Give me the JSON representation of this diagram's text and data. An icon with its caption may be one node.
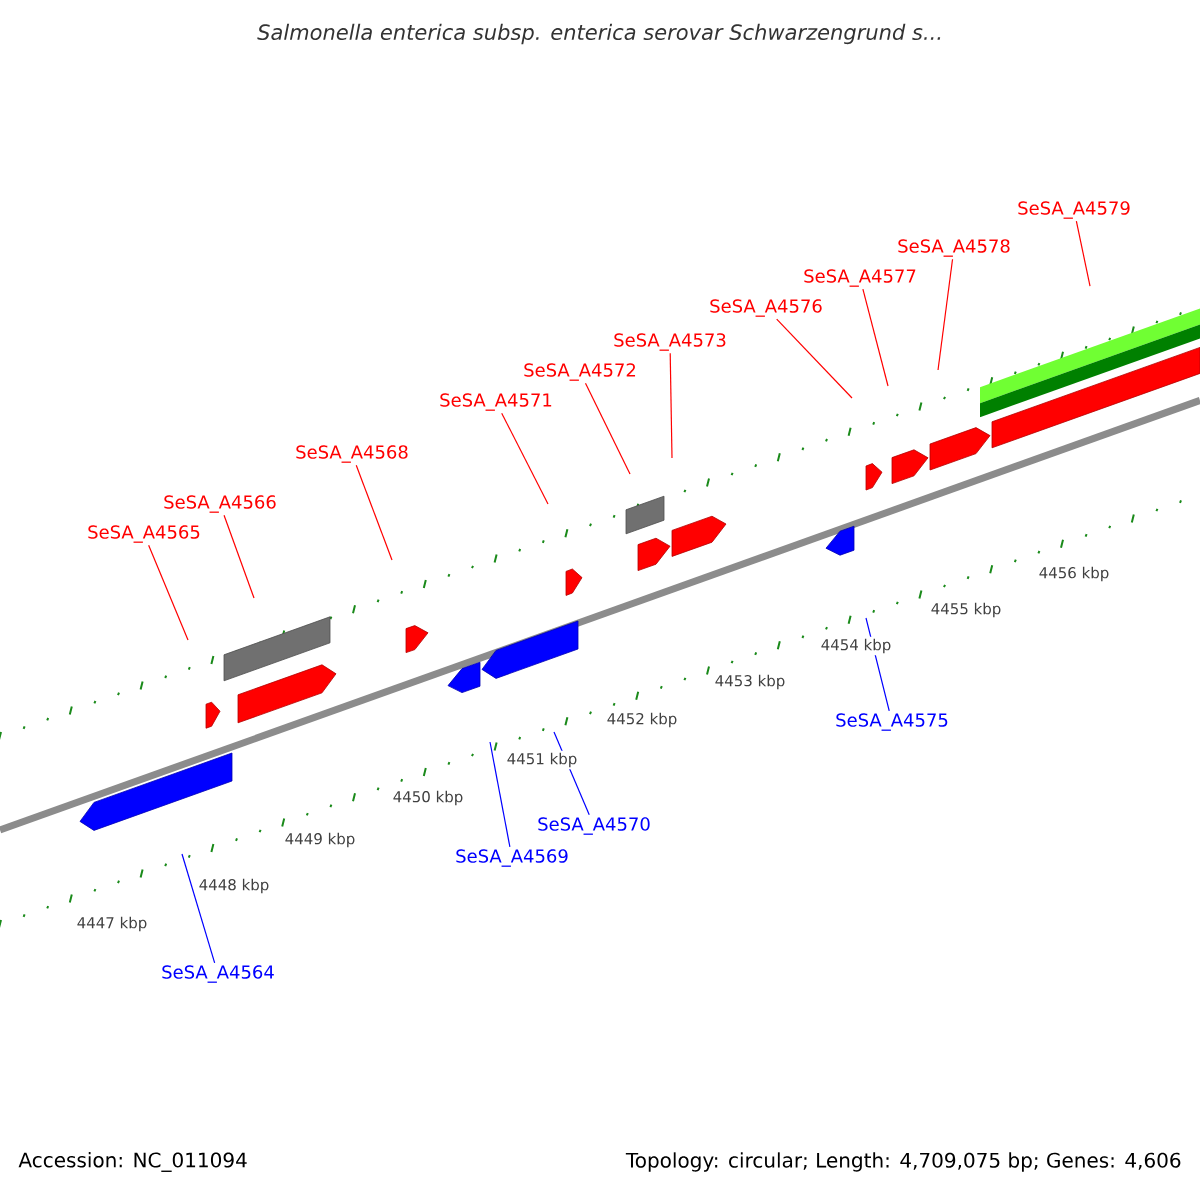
{
  "diagram": {
    "title": "Salmonella enterica subsp. enterica serovar Schwarzengrund s...",
    "nodes": [
      {
        "text": [
          "SeSA_A4579"
        ]
      },
      {
        "text": [
          "SeSA_A4578"
        ]
      },
      {
        "text": [
          "SeSA_A4577"
        ]
      },
      {
        "text": [
          "SeSA_A4576"
        ]
      },
      {
        "text": [
          "SeSA_A4573"
        ]
      },
      {
        "text": [
          "SeSA_A4572"
        ]
      },
      {
        "text": [
          "SeSA_A4571"
        ]
      },
      {
        "text": [
          "SeSA_A4568"
        ]
      },
      {
        "text": [
          "SeSA_A4566"
        ]
      },
      {
        "text": [
          "SeSA_A4565"
        ]
      },
      {
        "text": [
          "SeSA_A4575"
        ]
      },
      {
        "text": [
          "SeSA_A4570"
        ]
      },
      {
        "text": [
          "SeSA_A4569"
        ]
      },
      {
        "text": [
          "SeSA_A4564"
        ]
      }
    ],
    "edges": [
      {
        "from": 0,
        "to": null,
        "arrow": "none"
      },
      {
        "from": 1,
        "to": null,
        "arrow": "none"
      },
      {
        "from": 2,
        "to": null,
        "arrow": "none"
      },
      {
        "from": 3,
        "to": null,
        "arrow": "none"
      },
      {
        "from": 4,
        "to": null,
        "arrow": "none"
      },
      {
        "from": 5,
        "to": null,
        "arrow": "none"
      },
      {
        "from": 6,
        "to": null,
        "arrow": "none"
      },
      {
        "from": 7,
        "to": null,
        "arrow": "none"
      },
      {
        "from": 8,
        "to": null,
        "arrow": "none"
      },
      {
        "from": 9,
        "to": null,
        "arrow": "none"
      },
      {
        "from": 10,
        "to": null,
        "arrow": "none",
        "color": "#0000ff"
      },
      {
        "from": 11,
        "to": null,
        "arrow": "none",
        "color": "#0000ff"
      },
      {
        "from": 12,
        "to": null,
        "arrow": "none",
        "color": "#0000ff"
      },
      {
        "from": 13,
        "to": null,
        "arrow": "none",
        "color": "#0000ff"
      }
    ],
    "labels": [
      "4456 kbp",
      "4455 kbp",
      "4454 kbp",
      "4453 kbp",
      "4452 kbp",
      "4451 kbp",
      "4450 kbp",
      "4449 kbp",
      "4448 kbp",
      "4447 kbp",
      "Accession: NC_011094",
      "Topology: circular; Length: 4,709,075 bp; Genes: 4,606"
    ]
  }
}
